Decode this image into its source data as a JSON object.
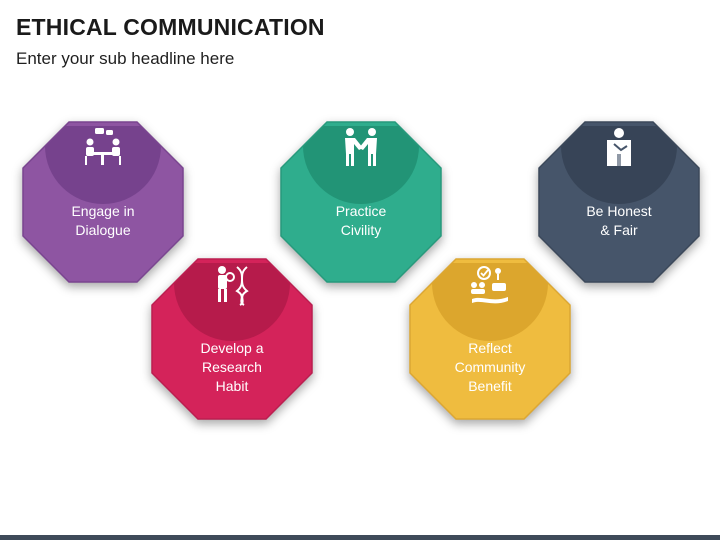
{
  "header": {
    "title": "ETHICAL COMMUNICATION",
    "subtitle": "Enter your sub headline here"
  },
  "tiles": [
    {
      "lines": [
        "Engage in",
        "Dialogue"
      ],
      "color": "#8e55a2",
      "icon": "dialogue-table-icon"
    },
    {
      "lines": [
        "Develop a",
        "Research",
        "Habit"
      ],
      "color": "#d4235a",
      "icon": "research-dna-icon"
    },
    {
      "lines": [
        "Practice",
        "Civility"
      ],
      "color": "#2fad8d",
      "icon": "handshake-icon"
    },
    {
      "lines": [
        "Reflect",
        "Community",
        "Benefit"
      ],
      "color": "#efbc3f",
      "icon": "community-benefit-icon"
    },
    {
      "lines": [
        "Be Honest",
        "& Fair"
      ],
      "color": "#46556a",
      "icon": "oath-person-icon"
    }
  ]
}
